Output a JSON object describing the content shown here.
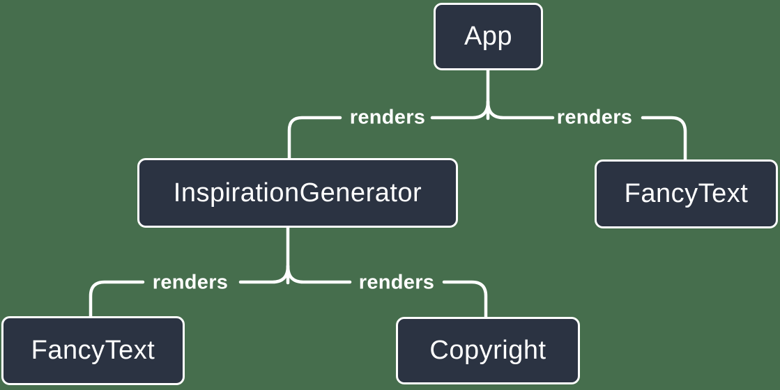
{
  "colors": {
    "background": "#466E4D",
    "node_fill": "#2B3342",
    "node_border": "#FFFFFF",
    "line": "#FFFFFF",
    "text": "#FFFFFF"
  },
  "nodes": [
    {
      "id": "app",
      "label": "App"
    },
    {
      "id": "inspiration-generator",
      "label": "InspirationGenerator"
    },
    {
      "id": "fancy-text-top",
      "label": "FancyText"
    },
    {
      "id": "fancy-text-bottom",
      "label": "FancyText"
    },
    {
      "id": "copyright",
      "label": "Copyright"
    }
  ],
  "edges": [
    {
      "from": "App",
      "to": "InspirationGenerator",
      "label": "renders"
    },
    {
      "from": "App",
      "to": "FancyText",
      "label": "renders"
    },
    {
      "from": "InspirationGenerator",
      "to": "FancyText",
      "label": "renders"
    },
    {
      "from": "InspirationGenerator",
      "to": "Copyright",
      "label": "renders"
    }
  ]
}
